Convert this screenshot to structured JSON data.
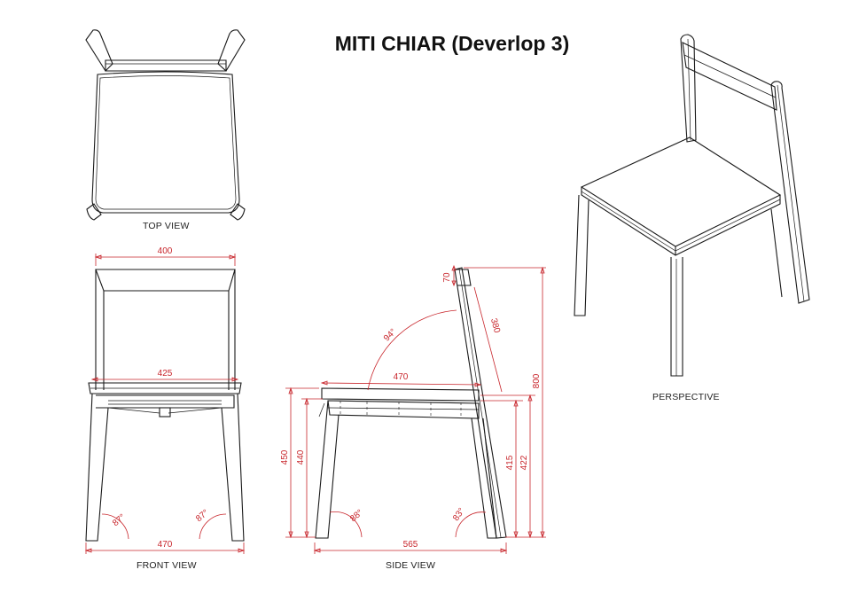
{
  "title": "MITI CHIAR (Deverlop 3)",
  "views": {
    "top": "TOP VIEW",
    "front": "FRONT VIEW",
    "side": "SIDE VIEW",
    "perspective": "PERSPECTIVE"
  },
  "front_dims": {
    "top_width": "400",
    "seat_width": "425",
    "base_width": "470",
    "left_angle": "87°",
    "right_angle": "87°"
  },
  "side_dims": {
    "back_top": "70",
    "back_length": "380",
    "back_angle": "94°",
    "seat_depth": "470",
    "overall_height": "800",
    "seat_height": "450",
    "seat_height_2": "440",
    "front_height": "415",
    "rear_height": "422",
    "base_depth": "565",
    "front_leg_angle": "88°",
    "rear_leg_angle": "83°"
  },
  "colors": {
    "dimension": "#c8262c",
    "line": "#1a1a1a"
  }
}
